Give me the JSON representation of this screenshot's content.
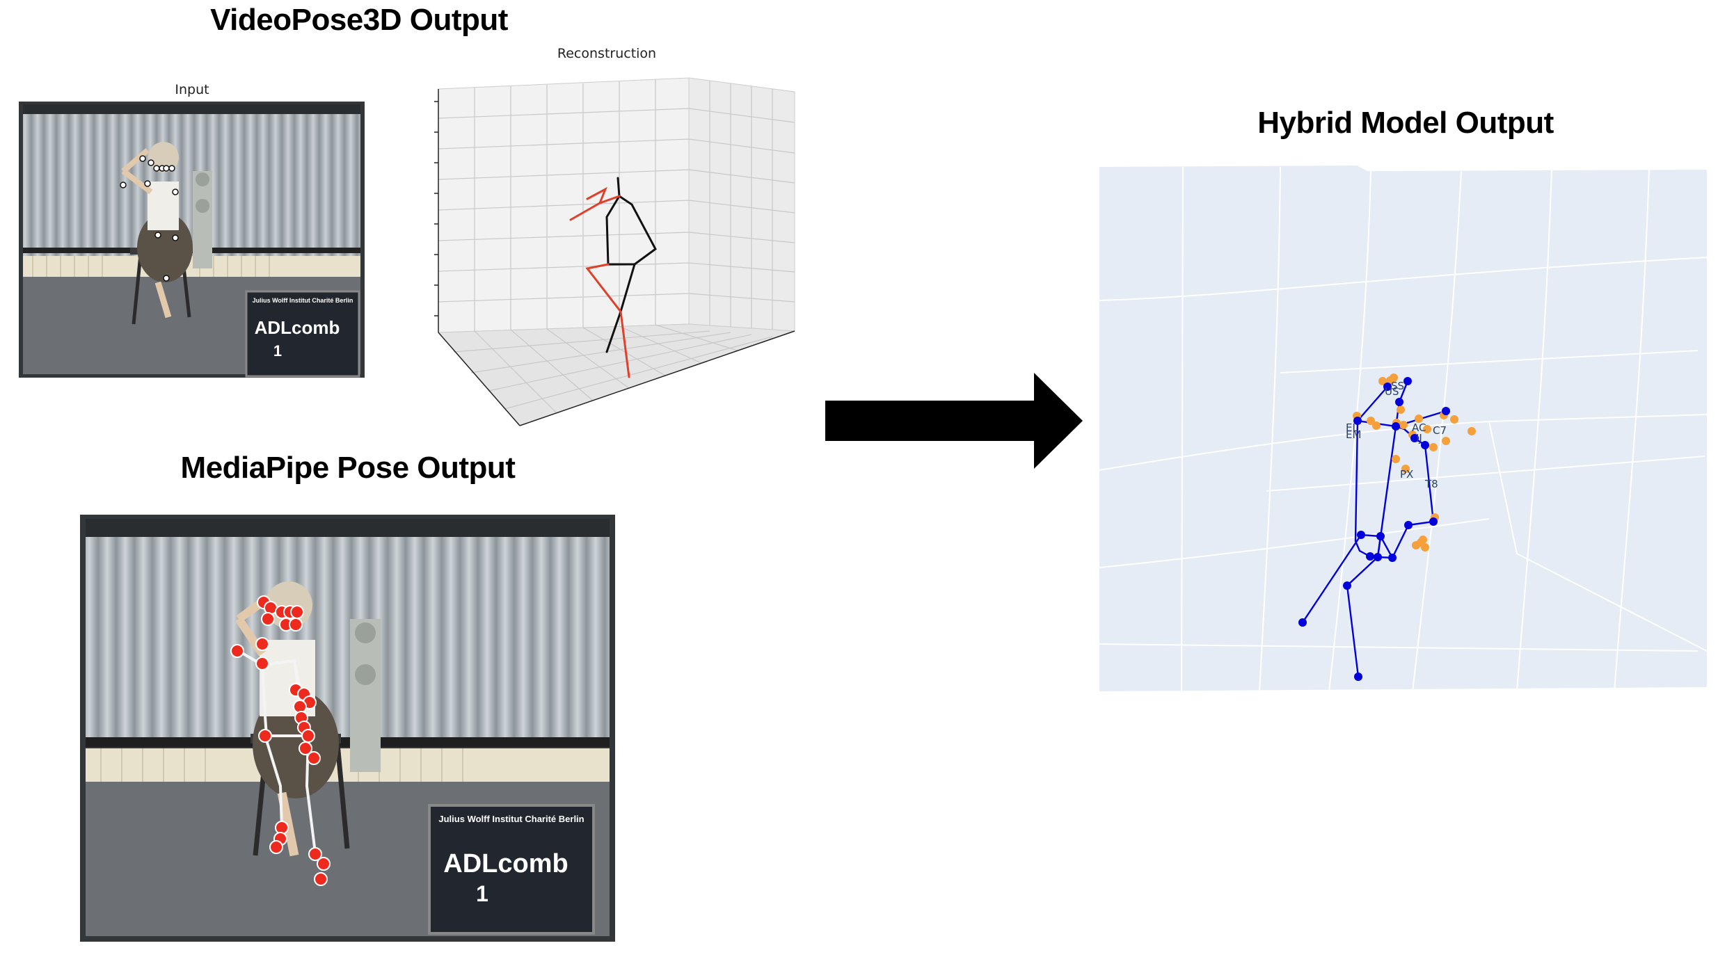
{
  "headings": {
    "videopose": "VideoPose3D Output",
    "mediapipe": "MediaPipe Pose Output",
    "hybrid": "Hybrid Model Output"
  },
  "videopose_panel": {
    "input_label": "Input",
    "reconstruction_label": "Reconstruction"
  },
  "scene": {
    "monitor_line1": "Julius Wolff Institut Charité Berlin",
    "monitor_line2": "ADLcomb",
    "monitor_line3": "1"
  },
  "hybrid_labels": [
    "SS",
    "US",
    "EL",
    "EM",
    "AC",
    "C7",
    "IJ",
    "PX",
    "T8"
  ],
  "colors": {
    "hybrid_bg": "#e5ecf6",
    "hybrid_joint_blue": "#0000dd",
    "hybrid_marker_orange": "#f5a03a",
    "mediapipe_point": "#ee2a1e",
    "skeleton_left": "#e0402a",
    "skeleton_right": "#111111"
  }
}
